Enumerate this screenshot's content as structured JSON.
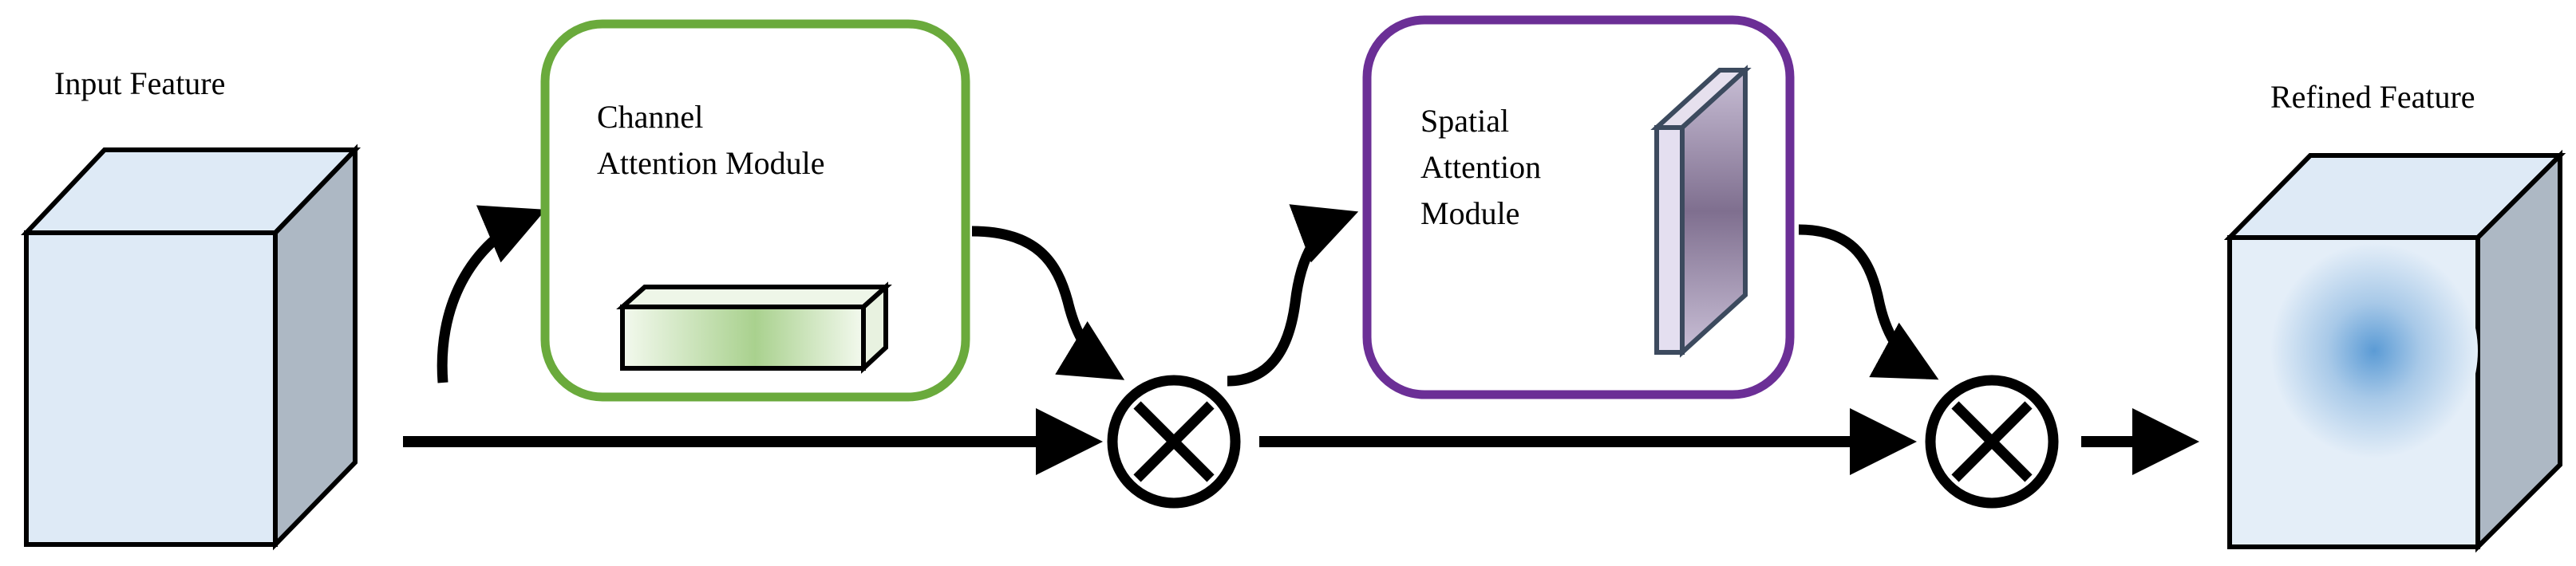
{
  "input_label": "Input Feature",
  "output_label": "Refined Feature",
  "channel_module": {
    "line1": "Channel",
    "line2": "Attention Module"
  },
  "spatial_module": {
    "line1": "Spatial",
    "line2": "Attention",
    "line3": "Module"
  },
  "colors": {
    "channel_border": "#6aaa3c",
    "spatial_border": "#6b2f96",
    "cube_front": "#deeaf6",
    "cube_side": "#adb8c4",
    "arrow": "#000000",
    "refined_blob": "#5b9bd5",
    "channel_bar": "#a9d18e",
    "spatial_plane": "#7f6f8f"
  },
  "operators": [
    "multiply-1",
    "multiply-2"
  ]
}
